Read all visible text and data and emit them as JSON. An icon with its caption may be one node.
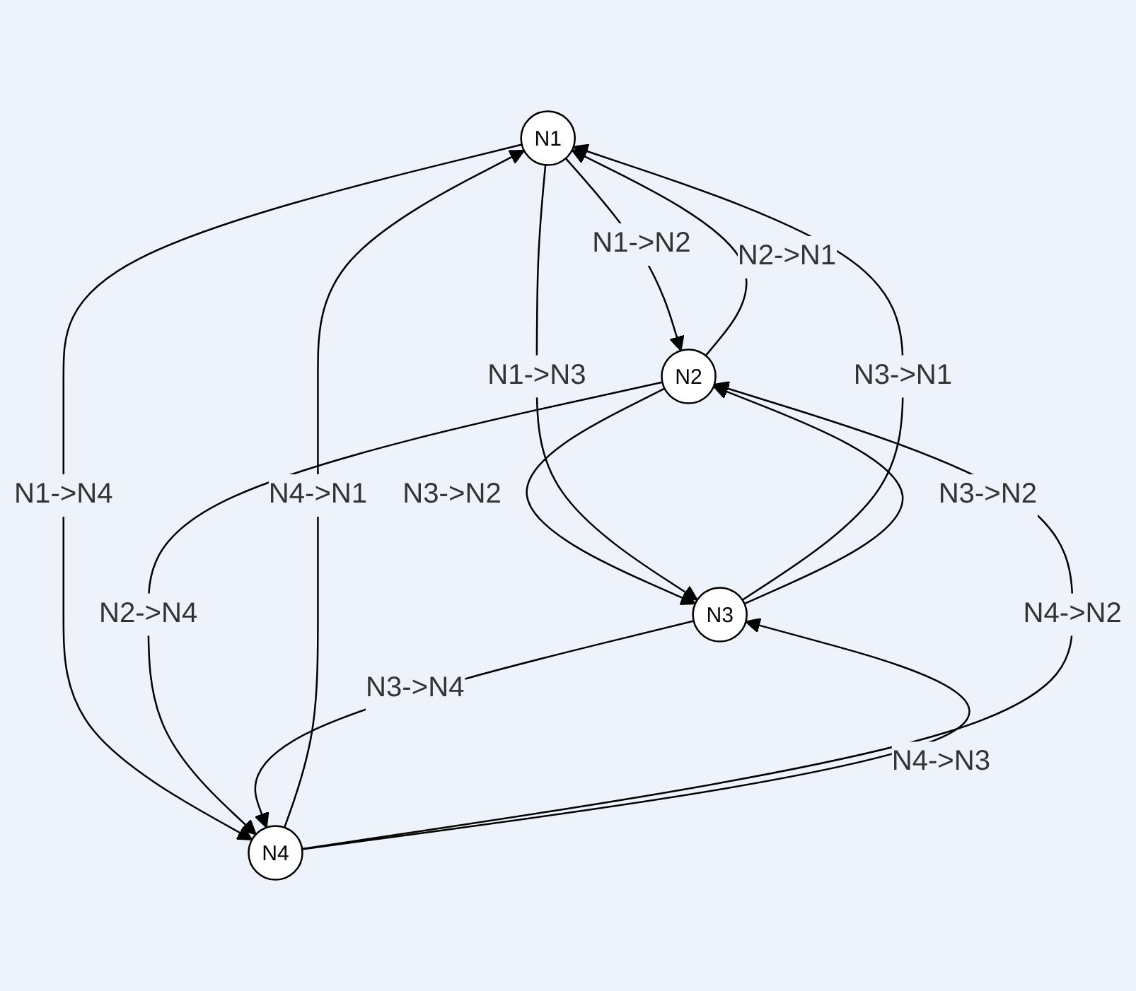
{
  "diagram": {
    "nodes": [
      {
        "text": [
          "N1"
        ]
      },
      {
        "text": [
          "N2"
        ]
      },
      {
        "text": [
          "N3"
        ]
      },
      {
        "text": [
          "N4"
        ]
      }
    ],
    "edges": [
      {
        "from": 0,
        "to": 1,
        "arrow": "to",
        "label": "N1->N2"
      },
      {
        "from": 0,
        "to": 3,
        "arrow": "to",
        "label": "N1->N4"
      },
      {
        "from": 1,
        "to": 2,
        "arrow": "to",
        "label": "N3->N2"
      },
      {
        "from": 1,
        "to": 0,
        "arrow": "to",
        "label": "N2->N1"
      },
      {
        "from": 2,
        "to": 0,
        "arrow": "to",
        "label": "N3->N1"
      },
      {
        "from": 0,
        "to": 2,
        "arrow": "to",
        "label": "N1->N3"
      },
      {
        "from": 3,
        "to": 0,
        "arrow": "to",
        "label": "N4->N1"
      },
      {
        "from": 3,
        "to": 1,
        "arrow": "to",
        "label": "N4->N2"
      },
      {
        "from": 1,
        "to": 3,
        "arrow": "to",
        "label": "N2->N4"
      },
      {
        "from": 2,
        "to": 1,
        "arrow": "to",
        "label": "N3->N2"
      },
      {
        "from": 3,
        "to": 2,
        "arrow": "to",
        "label": "N4->N3"
      },
      {
        "from": 2,
        "to": 3,
        "arrow": "to",
        "label": "N3->N4"
      }
    ]
  }
}
